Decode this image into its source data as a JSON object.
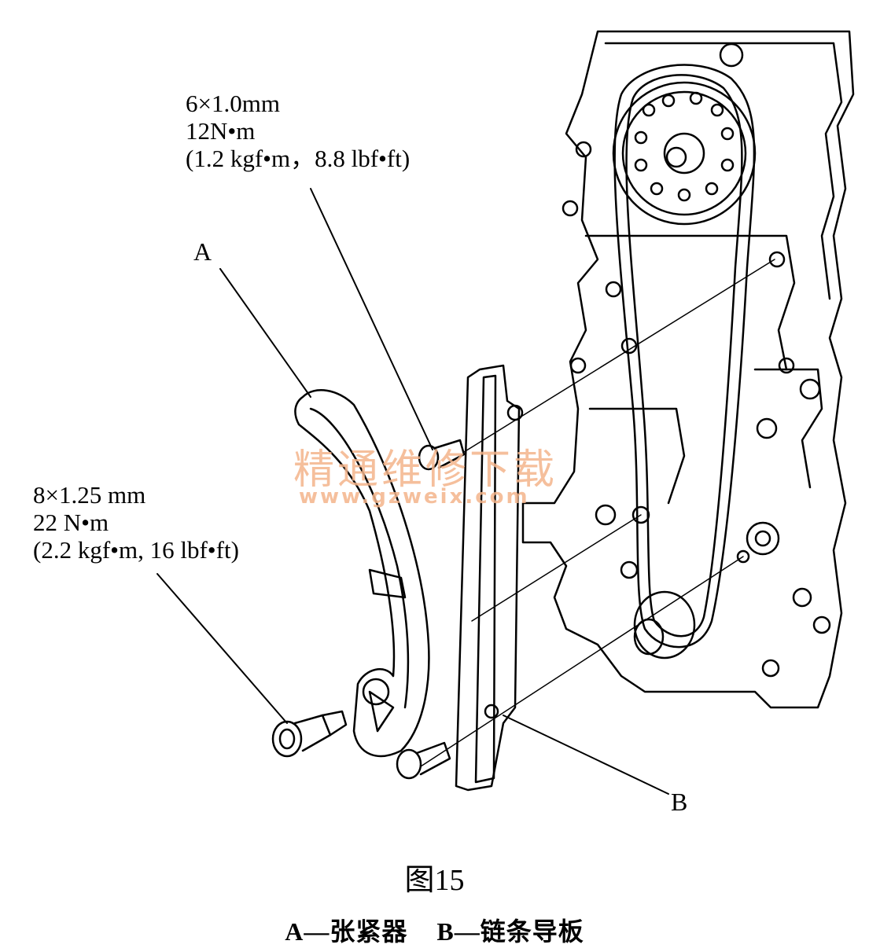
{
  "specs": {
    "top": {
      "size": "6×1.0mm",
      "torque": "12N•m",
      "alt": "(1.2 kgf•m，8.8 lbf•ft)"
    },
    "left": {
      "size": "8×1.25 mm",
      "torque": "22 N•m",
      "alt": "(2.2 kgf•m, 16 lbf•ft)"
    }
  },
  "labels": {
    "a": "A",
    "b": "B"
  },
  "figure": {
    "title": "图15"
  },
  "legend": {
    "a": "A—张紧器",
    "b": "B—链条导板"
  },
  "watermark": {
    "text": "精通维修下载",
    "url": "www.gzweix.com"
  }
}
